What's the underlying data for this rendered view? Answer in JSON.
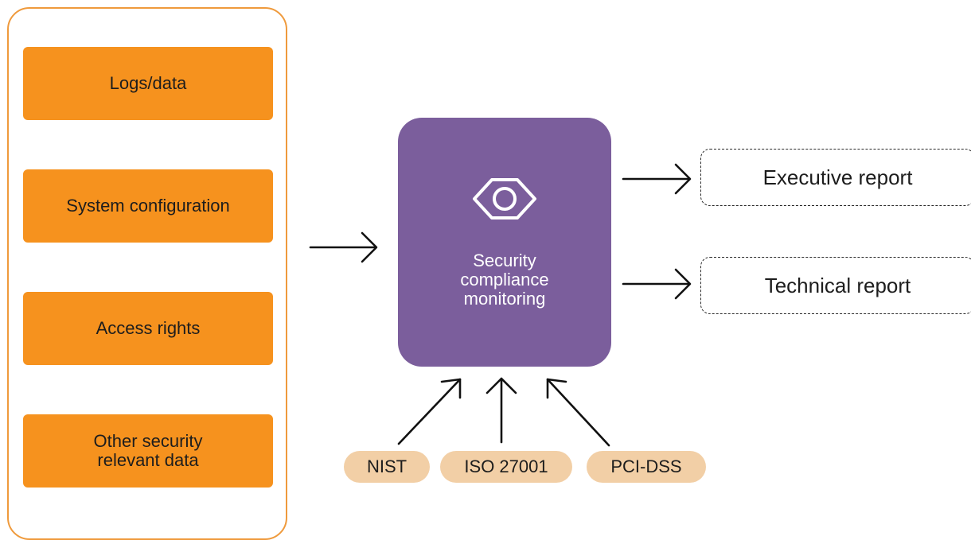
{
  "inputs": {
    "items": [
      {
        "label": "Logs/data"
      },
      {
        "label": "System configuration"
      },
      {
        "label": "Access rights"
      },
      {
        "label": "Other security\nrelevant data"
      }
    ]
  },
  "core": {
    "icon": "eye-icon",
    "label": "Security\ncompliance\nmonitoring",
    "color": "#7b5e9c"
  },
  "outputs": {
    "executive": "Executive report",
    "technical": "Technical report"
  },
  "standards": {
    "nist": "NIST",
    "iso": "ISO 27001",
    "pci": "PCI-DSS"
  },
  "colors": {
    "input_fill": "#f6921e",
    "panel_border": "#ef9a3c",
    "standard_fill": "#f2cfa6"
  }
}
